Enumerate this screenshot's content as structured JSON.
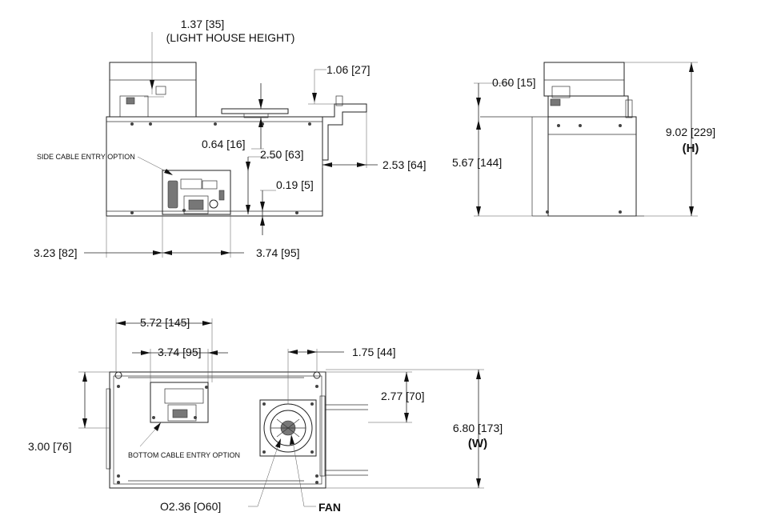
{
  "front_view": {
    "lighthouse_height": "1.37 [35]",
    "lighthouse_height_note": "(LIGHT HOUSE HEIGHT)",
    "knob_height": "1.06 [27]",
    "top_offset": "0.64 [16]",
    "side_connector_height": "2.50 [63]",
    "bottom_offset": "0.19 [5]",
    "side_depth": "2.53 [64]",
    "left_width": "3.23 [82]",
    "cable_width": "3.74 [95]",
    "side_cable_label": "SIDE CABLE ENTRY OPTION"
  },
  "side_view": {
    "top_step": "0.60 [15]",
    "body_height": "5.67 [144]",
    "total_height": "9.02 [229]",
    "height_label": "(H)"
  },
  "bottom_view": {
    "width_a": "5.72 [145]",
    "width_b": "3.74 [95]",
    "fan_offset": "1.75 [44]",
    "fan_height": "2.77 [70]",
    "left_height": "3.00 [76]",
    "total_width": "6.80 [173]",
    "width_label": "(W)",
    "bottom_cable_label": "BOTTOM CABLE ENTRY OPTION",
    "fan_diameter": "O2.36 [O60]",
    "fan_label": "FAN"
  }
}
